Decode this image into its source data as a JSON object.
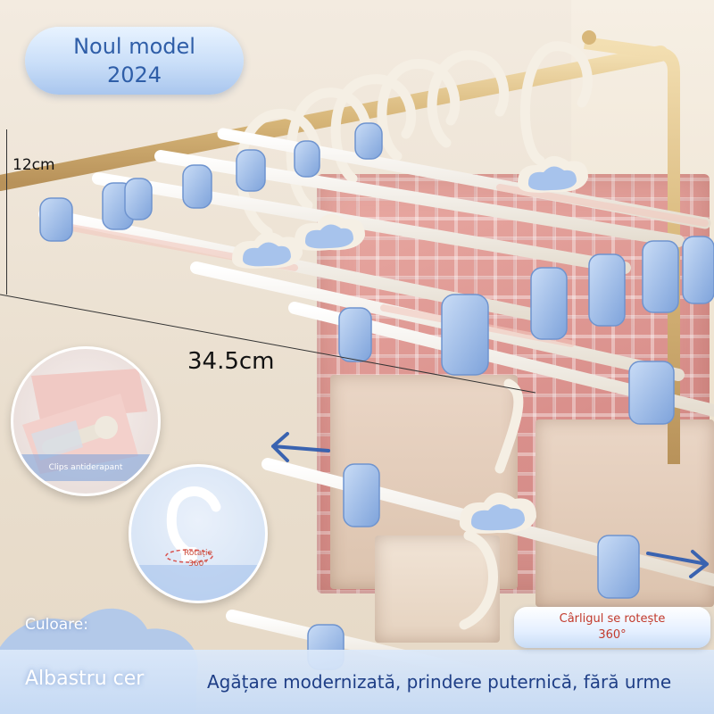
{
  "badge": {
    "line1": "Noul model",
    "line2": "2024"
  },
  "dimensions": {
    "height": "12cm",
    "width": "34.5cm"
  },
  "insets": {
    "clips": {
      "label": "Clips antiderapant"
    },
    "rotation": {
      "line1": "Rotație",
      "line2": "360°"
    }
  },
  "hook_callout": {
    "line1": "Cârligul se rotește",
    "line2": "360°"
  },
  "color": {
    "label": "Culoare:",
    "value": "Albastru cer"
  },
  "tagline": "Agățare modernizată, prindere puternică, fără urme",
  "colors": {
    "accent_blue": "#a9c6ee",
    "clip_blue": "#8fb2e6",
    "hanger_cream": "#f4efe6",
    "rail_gold": "#d8b77a",
    "text_blue": "#2f5ea8",
    "red_text": "#c23a2c"
  },
  "icons": [
    "arrow-left-icon",
    "arrow-right-icon",
    "cloud-icon"
  ]
}
